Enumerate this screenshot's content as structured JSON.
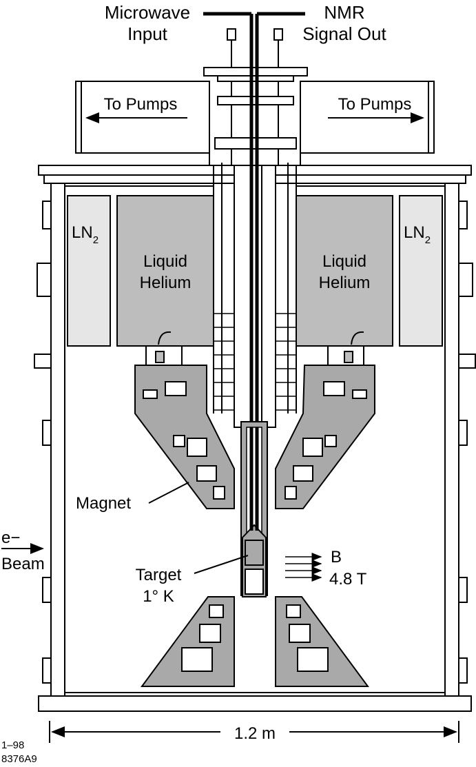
{
  "labels": {
    "microwave_line1": "Microwave",
    "microwave_line2": "Input",
    "nmr_line1": "NMR",
    "nmr_line2": "Signal Out",
    "to_pumps_left": "To Pumps",
    "to_pumps_right": "To Pumps",
    "ln2_left": "LN",
    "ln2_left_sub": "2",
    "ln2_right": "LN",
    "ln2_right_sub": "2",
    "liquid_left_1": "Liquid",
    "liquid_left_2": "Helium",
    "liquid_right_1": "Liquid",
    "liquid_right_2": "Helium",
    "magnet": "Magnet",
    "beam_line1": "e−",
    "beam_line2": "Beam",
    "target_line1": "Target",
    "target_line2": "1° K",
    "field_b": "B",
    "field_value": "4.8 T",
    "dimension": "1.2 m",
    "code_line1": "1–98",
    "code_line2": "8376A9"
  },
  "colors": {
    "ink": "#000000",
    "helium_fill": "#bdbdbd",
    "ln2_fill": "#e6e6e6",
    "magnet_fill": "#a9a9a9",
    "background": "#ffffff"
  }
}
